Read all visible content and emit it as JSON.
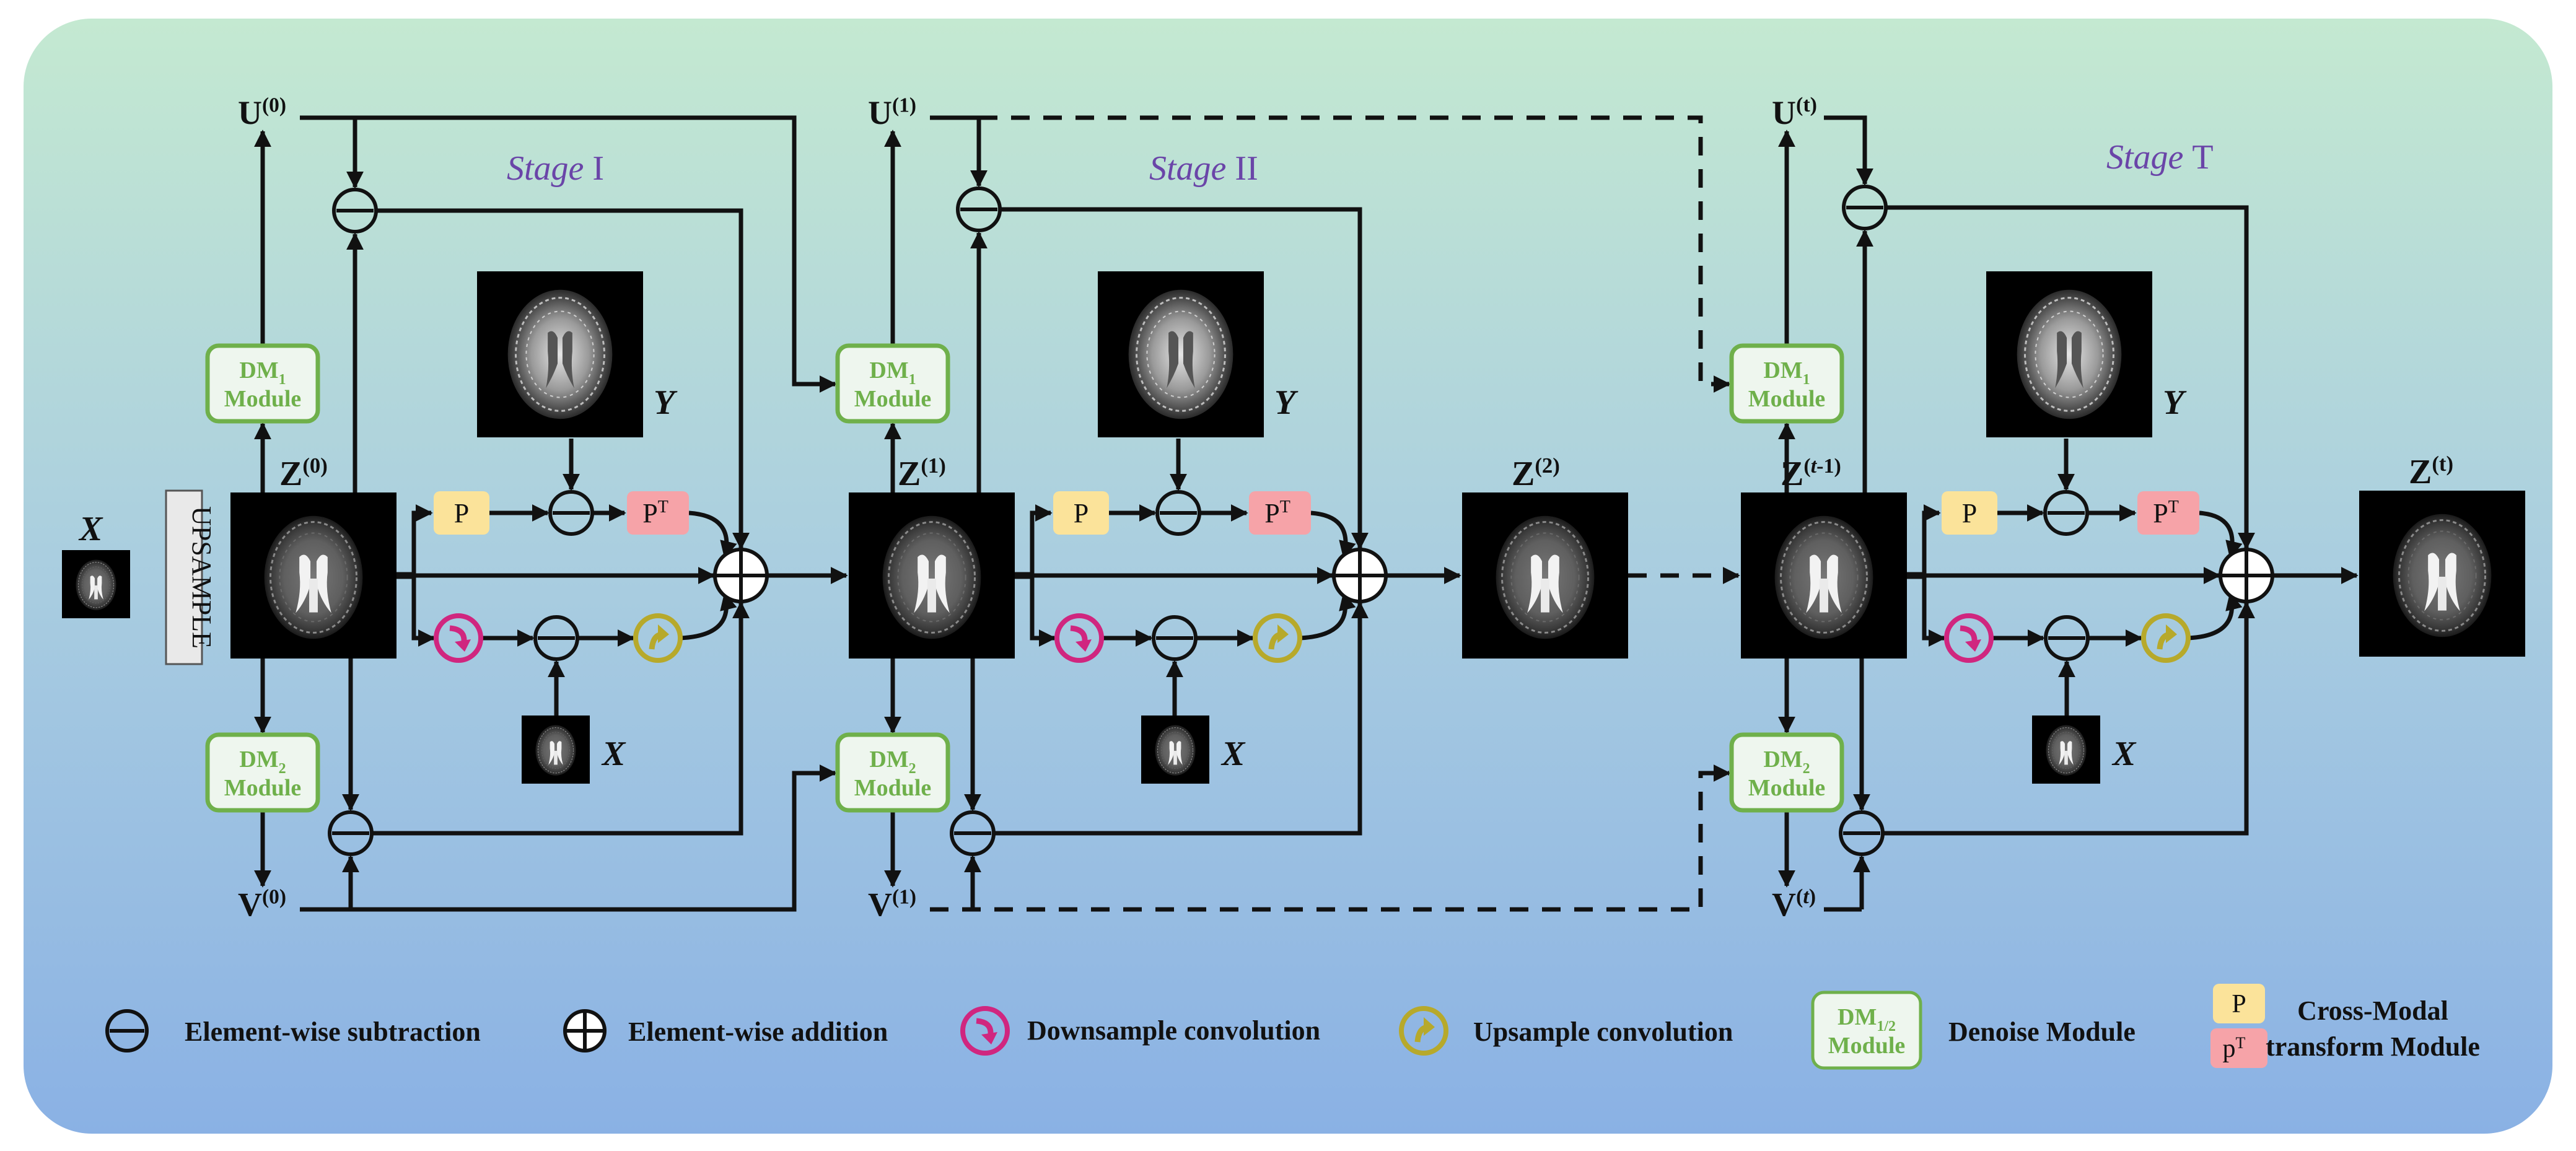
{
  "colors": {
    "bg_top": "#c3e9d2",
    "bg_bottom": "#8cb2e3",
    "module_border": "#6fb04b",
    "module_text": "#6fb04b",
    "stage_text": "#6a45a8",
    "p_fill": "#fbe39a",
    "pt_fill": "#f6a3a8",
    "down_color": "#d0267f",
    "up_color": "#b7a92b"
  },
  "stages": [
    {
      "title": "Stage",
      "numeral": "I"
    },
    {
      "title": "Stage",
      "numeral": "II"
    },
    {
      "title": "Stage",
      "numeral": "T"
    }
  ],
  "labels": {
    "U": "U",
    "V": "V",
    "Z": "Z",
    "X": "X",
    "Y": "Y",
    "sup_0": "(0)",
    "sup_1": "(1)",
    "sup_2": "(2)",
    "sup_t": "(t)",
    "sup_t_open": "(",
    "sup_t_italic": "t",
    "sup_t_close": ")",
    "sup_tm1_italic": "t",
    "sup_tm1_rest": "-1)",
    "upsample": "UPSAMPLE",
    "p": "P",
    "pt_base": "P",
    "pt_sup": "T",
    "dm": "DM",
    "dm1_sub": "1",
    "dm2_sub": "2",
    "module": "Module"
  },
  "legend": {
    "subtraction": "Element-wise subtraction",
    "addition": "Element-wise addition",
    "downsample": "Downsample convolution",
    "upsample": "Upsample convolution",
    "dm_base": "DM",
    "dm_sub": "1/2",
    "dm_module": "Module",
    "denoise": "Denoise  Module",
    "p": "P",
    "pt_base": "p",
    "pt_sup": "T",
    "cross_modal_line1": "Cross-Modal",
    "cross_modal_line2": "transform Module"
  }
}
